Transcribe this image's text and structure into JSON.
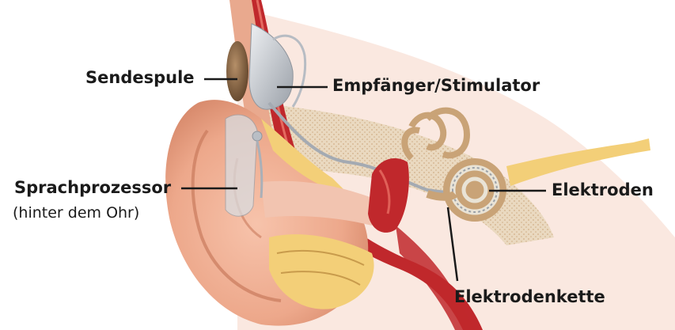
{
  "labels": {
    "sendespule": "Sendespule",
    "empfaenger": "Empfänger/Stimulator",
    "sprachprozessor": "Sprachprozessor",
    "sprachprozessor_sub": "(hinter dem Ohr)",
    "elektroden": "Elektroden",
    "elektrodenkette": "Elektrodenkette"
  },
  "colors": {
    "skin": "#f2b49a",
    "skin_dark": "#d98c6e",
    "fat": "#f3cf78",
    "bone": "#e8ddc8",
    "artery": "#c0282c",
    "cochlea": "#c9a377",
    "device": "#c9cdd3",
    "coil": "#8a6a4a",
    "leader": "#1a1a1a"
  }
}
